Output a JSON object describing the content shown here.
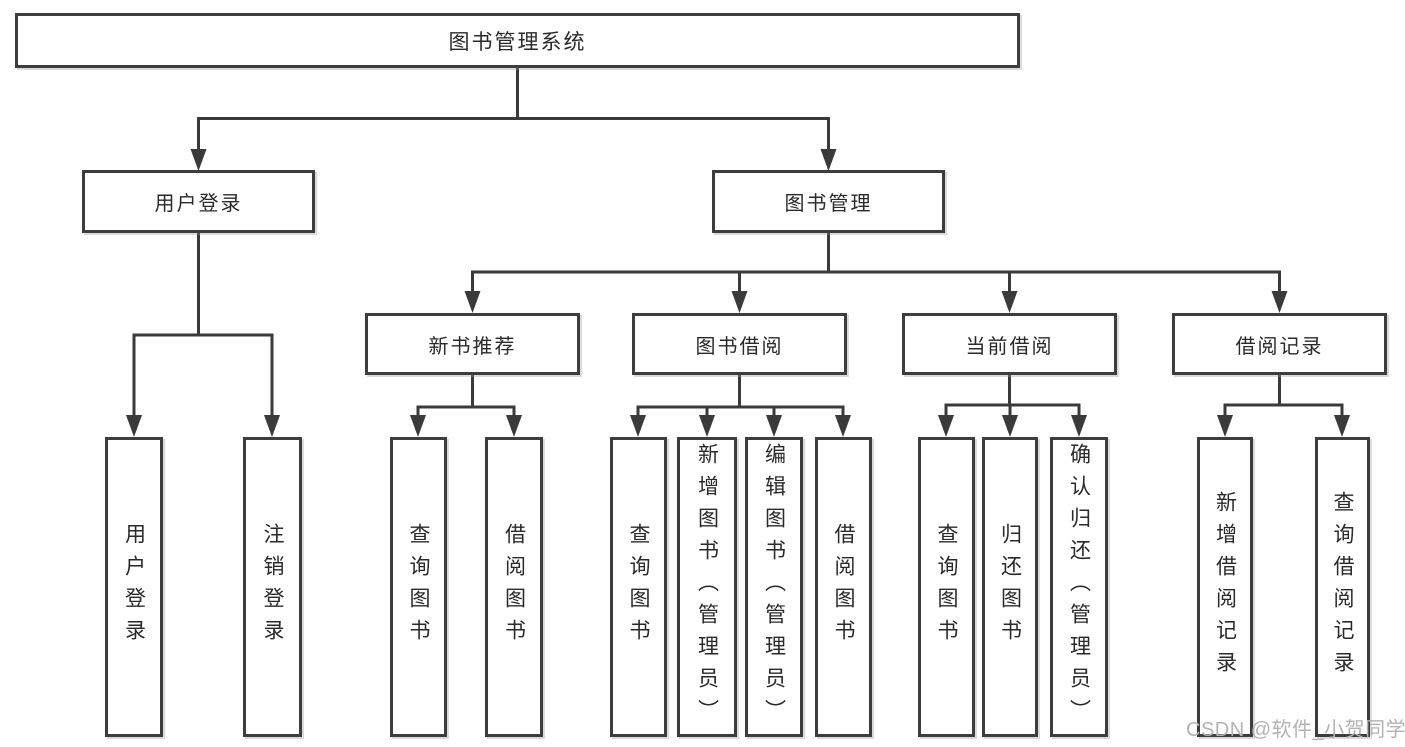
{
  "diagram": {
    "root": {
      "label": "图书管理系统"
    },
    "level2": [
      {
        "id": "user-login",
        "label": "用户登录"
      },
      {
        "id": "book-management",
        "label": "图书管理"
      }
    ],
    "level3": [
      {
        "id": "new-book-recommend",
        "label": "新书推荐",
        "parent": "图书管理"
      },
      {
        "id": "book-borrow",
        "label": "图书借阅",
        "parent": "图书管理"
      },
      {
        "id": "current-borrow",
        "label": "当前借阅",
        "parent": "图书管理"
      },
      {
        "id": "borrow-records",
        "label": "借阅记录",
        "parent": "图书管理"
      }
    ],
    "leaves": [
      {
        "id": "user-login-leaf",
        "label": "用户登录",
        "parent": "用户登录"
      },
      {
        "id": "logout-login",
        "label": "注销登录",
        "parent": "用户登录"
      },
      {
        "id": "query-books-recommend",
        "label": "查询图书",
        "parent": "新书推荐"
      },
      {
        "id": "borrow-books-recommend",
        "label": "借阅图书",
        "parent": "新书推荐"
      },
      {
        "id": "query-books-borrow",
        "label": "查询图书",
        "parent": "图书借阅"
      },
      {
        "id": "add-books-admin",
        "label": "新增图书（管理员）",
        "parent": "图书借阅"
      },
      {
        "id": "edit-books-admin",
        "label": "编辑图书（管理员）",
        "parent": "图书借阅"
      },
      {
        "id": "borrow-books",
        "label": "借阅图书",
        "parent": "图书借阅"
      },
      {
        "id": "query-books-current",
        "label": "查询图书",
        "parent": "当前借阅"
      },
      {
        "id": "return-books",
        "label": "归还图书",
        "parent": "当前借阅"
      },
      {
        "id": "confirm-return-admin",
        "label": "确认归还（管理员）",
        "parent": "当前借阅"
      },
      {
        "id": "add-borrow-record",
        "label": "新增借阅记录",
        "parent": "借阅记录"
      },
      {
        "id": "query-borrow-record",
        "label": "查询借阅记录",
        "parent": "借阅记录"
      }
    ],
    "colors": {
      "line": "#3a3a3a",
      "box_border": "#3d3d3d",
      "text": "#2a2a2a",
      "watermark": "#b3b3b3",
      "background": "#ffffff"
    }
  },
  "watermark": {
    "text": "CSDN @软件_小贺同学"
  }
}
